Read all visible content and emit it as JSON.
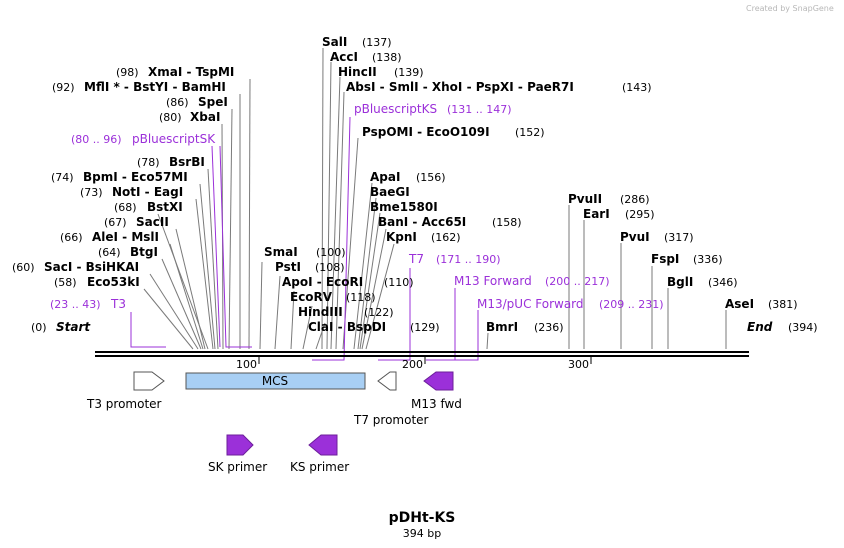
{
  "watermark": "Created by SnapGene",
  "plasmid": {
    "name": "pDHt-KS",
    "length_label": "394 bp"
  },
  "ruler": {
    "ticks": [
      "100",
      "200",
      "300"
    ]
  },
  "sites": {
    "start": {
      "pos": "(0)",
      "label": "Start"
    },
    "end": {
      "pos": "(394)",
      "label": "End"
    },
    "eco53ki": {
      "pos": "(58)",
      "label": "Eco53kI"
    },
    "saci": {
      "pos": "(60)",
      "label": "SacI  -  BsiHKAI"
    },
    "btgi": {
      "pos": "(64)",
      "label": "BtgI"
    },
    "alei": {
      "pos": "(66)",
      "label": "AleI  -  MslI"
    },
    "sacii": {
      "pos": "(67)",
      "label": "SacII"
    },
    "bstxi": {
      "pos": "(68)",
      "label": "BstXI"
    },
    "noti": {
      "pos": "(73)",
      "label": "NotI  -  EagI"
    },
    "bpmi": {
      "pos": "(74)",
      "label": "BpmI  -  Eco57MI"
    },
    "bsrbi": {
      "pos": "(78)",
      "label": "BsrBI"
    },
    "xbai": {
      "pos": "(80)",
      "label": "XbaI"
    },
    "spei": {
      "pos": "(86)",
      "label": "SpeI"
    },
    "mfli": {
      "pos": "(92)",
      "label": "MflI *  -  BstYI  -  BamHI"
    },
    "xmai": {
      "pos": "(98)",
      "label": "XmaI  -  TspMI"
    },
    "smai": {
      "pos": "(100)",
      "label": "SmaI"
    },
    "psti": {
      "pos": "(108)",
      "label": "PstI"
    },
    "apoi": {
      "pos": "(110)",
      "label": "ApoI  -  EcoRI"
    },
    "ecorv": {
      "pos": "(118)",
      "label": "EcoRV"
    },
    "hindiii": {
      "pos": "(122)",
      "label": "HindIII"
    },
    "clai": {
      "pos": "(129)",
      "label": "ClaI  -  BspDI"
    },
    "sali": {
      "pos": "(137)",
      "label": "SalI"
    },
    "acci": {
      "pos": "(138)",
      "label": "AccI"
    },
    "hincii": {
      "pos": "(139)",
      "label": "HincII"
    },
    "absi": {
      "pos": "(143)",
      "label": "AbsI  -  SmlI  -  XhoI  -  PspXI  -  PaeR7I"
    },
    "pspomi": {
      "pos": "(152)",
      "label": "PspOMI  -  EcoO109I"
    },
    "apai": {
      "pos": "(156)",
      "label": "ApaI"
    },
    "baegi": {
      "pos": "",
      "label": "BaeGI"
    },
    "bme1580i": {
      "pos": "",
      "label": "Bme1580I"
    },
    "bani": {
      "pos": "(158)",
      "label": "BanI  -  Acc65I"
    },
    "kpni": {
      "pos": "(162)",
      "label": "KpnI"
    },
    "bmri": {
      "pos": "(236)",
      "label": "BmrI"
    },
    "pvuii": {
      "pos": "(286)",
      "label": "PvuII"
    },
    "eari": {
      "pos": "(295)",
      "label": "EarI"
    },
    "pvui": {
      "pos": "(317)",
      "label": "PvuI"
    },
    "fspi": {
      "pos": "(336)",
      "label": "FspI"
    },
    "bgli": {
      "pos": "(346)",
      "label": "BglI"
    },
    "asei": {
      "pos": "(381)",
      "label": "AseI"
    }
  },
  "primer_labels": {
    "t3": {
      "range": "(23 .. 43)",
      "label": "T3"
    },
    "sk": {
      "range": "(80 .. 96)",
      "label": "pBluescriptSK"
    },
    "ks": {
      "label": "pBluescriptKS",
      "range": "(131 .. 147)"
    },
    "t7": {
      "label": "T7",
      "range": "(171 .. 190)"
    },
    "m13f": {
      "label": "M13 Forward",
      "range": "(200 .. 217)"
    },
    "m13puc": {
      "label": "M13/pUC Forward",
      "range": "(209 .. 231)"
    }
  },
  "features": {
    "t3_promoter": "T3 promoter",
    "mcs": "MCS",
    "t7_promoter": "T7 promoter",
    "m13_fwd": "M13 fwd",
    "sk_primer": "SK primer",
    "ks_primer": "KS primer"
  },
  "colors": {
    "primer": "#9b30d9",
    "mcs_fill": "#a8cff4",
    "cut_line": "#7a7a7a",
    "watermark": "#b8b8b8"
  }
}
